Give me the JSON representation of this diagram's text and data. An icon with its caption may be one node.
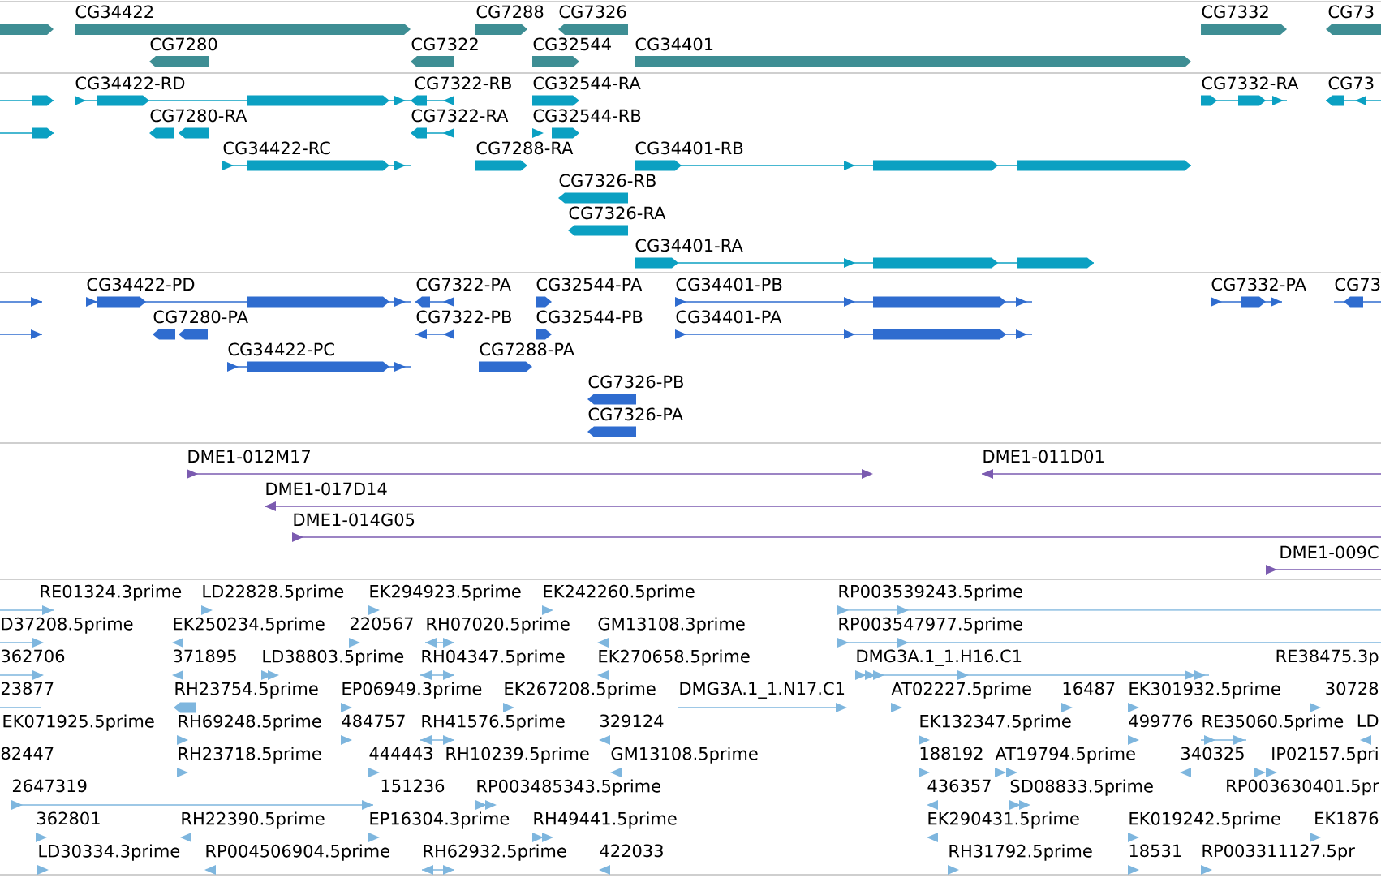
{
  "diagram": {
    "labels": [
      "CG34422",
      "CG7288",
      "CG7326",
      "CG7332",
      "CG73",
      "CG7280",
      "CG7322",
      "CG32544",
      "CG34401",
      "CG34422-RD",
      "CG7322-RB",
      "CG32544-RA",
      "CG7332-RA",
      "CG73",
      "CG7280-RA",
      "CG7322-RA",
      "CG32544-RB",
      "CG34422-RC",
      "CG7288-RA",
      "CG34401-RB",
      "CG7326-RB",
      "CG7326-RA",
      "CG34401-RA",
      "CG34422-PD",
      "CG7322-PA",
      "CG32544-PA",
      "CG34401-PB",
      "CG7332-PA",
      "CG73",
      "CG7280-PA",
      "CG7322-PB",
      "CG32544-PB",
      "CG34401-PA",
      "CG34422-PC",
      "CG7288-PA",
      "CG7326-PB",
      "CG7326-PA",
      "DME1-012M17",
      "DME1-011D01",
      "DME1-017D14",
      "DME1-014G05",
      "DME1-009C",
      "RE01324.3prime",
      "LD22828.5prime",
      "EK294923.5prime",
      "EK242260.5prime",
      "RP003539243.5prime",
      "D37208.5prime",
      "EK250234.5prime",
      "220567",
      "RH07020.5prime",
      "GM13108.3prime",
      "RP003547977.5prime",
      "362706",
      "371895",
      "LD38803.5prime",
      "RH04347.5prime",
      "EK270658.5prime",
      "DMG3A.1_1.H16.C1",
      "RE38475.3p",
      "23877",
      "RH23754.5prime",
      "EP06949.3prime",
      "EK267208.5prime",
      "DMG3A.1_1.N17.C1",
      "AT02227.5prime",
      "16487",
      "EK301932.5prime",
      "30728",
      "EK071925.5prime",
      "RH69248.5prime",
      "484757",
      "RH41576.5prime",
      "329124",
      "EK132347.5prime",
      "499776",
      "RE35060.5prime",
      "LD",
      "82447",
      "RH23718.5prime",
      "444443",
      "RH10239.5prime",
      "GM13108.5prime",
      "188192",
      "AT19794.5prime",
      "340325",
      "IP02157.5pri",
      "2647319",
      "151236",
      "RP003485343.5prime",
      "436357",
      "SD08833.5prime",
      "RP003630401.5pr",
      "362801",
      "RH22390.5prime",
      "EP16304.3prime",
      "RH49441.5prime",
      "EK290431.5prime",
      "EK019242.5prime",
      "EK1876",
      "LD30334.3prime",
      "RP004506904.5prime",
      "RH62932.5prime",
      "422033",
      "RH31792.5prime",
      "18531",
      "RP003311127.5pr"
    ]
  }
}
